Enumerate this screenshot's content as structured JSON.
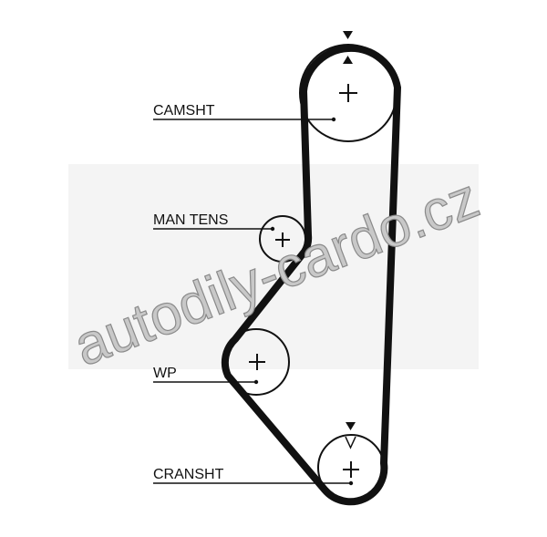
{
  "diagram": {
    "labels": {
      "camshaft": "CAMSHT",
      "tensioner": "MAN TENS",
      "water_pump": "WP",
      "crankshaft": "CRANSHT"
    },
    "watermark": "autodily-cardo.cz",
    "colors": {
      "belt": "#111111",
      "watermark": "#c8c8c8"
    }
  }
}
